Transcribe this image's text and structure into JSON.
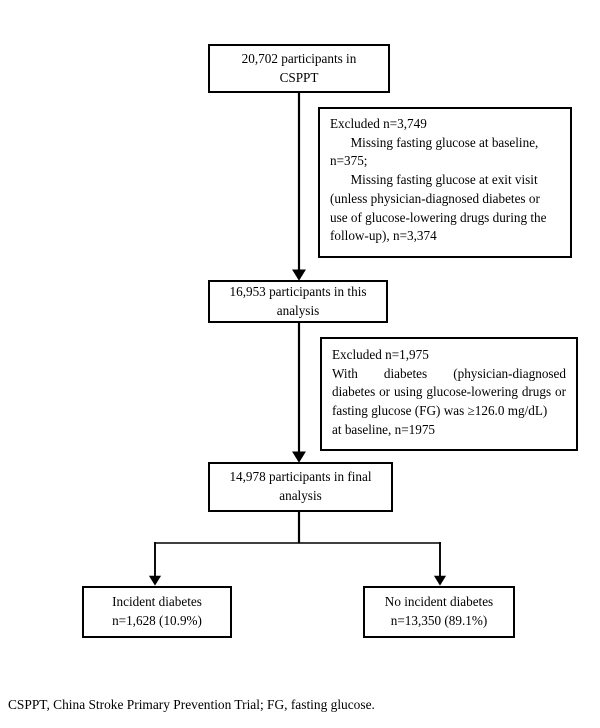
{
  "figure": {
    "type": "participant-flow-diagram",
    "footnote": "CSPPT, China Stroke Primary Prevention Trial; FG, fasting glucose."
  },
  "nodes": {
    "total": {
      "line1": "20,702 participants in",
      "line2": "CSPPT"
    },
    "excluded_1": {
      "line1": "Excluded n=3,749",
      "line2": "Missing fasting glucose at baseline,",
      "line3": "n=375;",
      "line4": "Missing fasting glucose at exit visit",
      "line5": "(unless physician-diagnosed diabetes or",
      "line6": "use of glucose-lowering drugs during the",
      "line7": "follow-up), n=3,374"
    },
    "analysis": {
      "line1": "16,953 participants in this",
      "line2": "analysis"
    },
    "excluded_2": {
      "line1": "Excluded n=1,975",
      "line2": "With diabetes (physician-diagnosed diabetes or using glucose-lowering drugs or fasting glucose (FG) was ≥126.0 mg/dL)",
      "line3": "at baseline, n=1975"
    },
    "final": {
      "line1": "14,978 participants in final",
      "line2": "analysis"
    },
    "incident": {
      "line1": "Incident diabetes",
      "line2": "n=1,628 (10.9%)"
    },
    "no_incident": {
      "line1": "No incident diabetes",
      "line2": "n=13,350 (89.1%)"
    }
  },
  "colors": {
    "border": "#000000",
    "background": "#ffffff",
    "text": "#000000"
  }
}
